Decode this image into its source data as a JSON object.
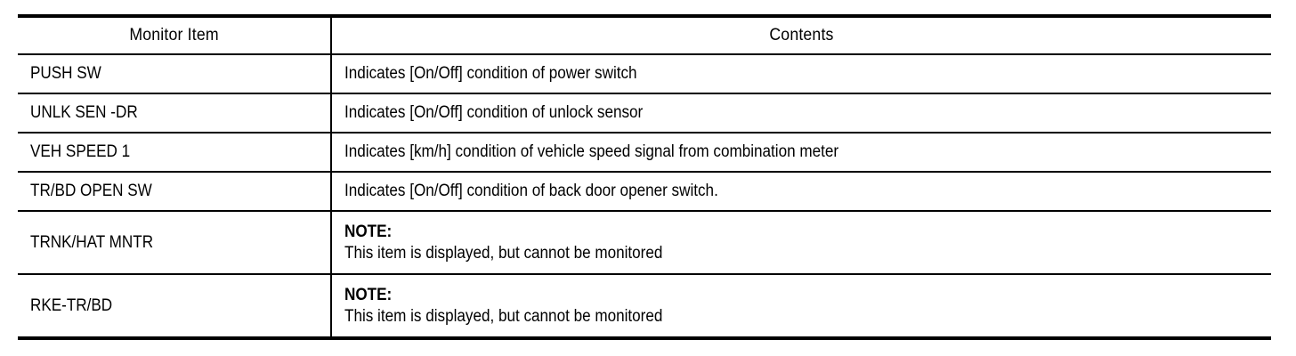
{
  "table": {
    "headers": {
      "monitor_item": "Monitor Item",
      "contents": "Contents"
    },
    "rows": [
      {
        "item": "PUSH SW",
        "type": "plain",
        "contents": "Indicates [On/Off] condition of power switch"
      },
      {
        "item": "UNLK SEN -DR",
        "type": "plain",
        "contents": "Indicates [On/Off] condition of unlock sensor"
      },
      {
        "item": "VEH SPEED 1",
        "type": "plain",
        "contents": "Indicates [km/h] condition of vehicle speed signal from combination meter"
      },
      {
        "item": "TR/BD OPEN SW",
        "type": "plain",
        "contents": "Indicates [On/Off] condition of back door opener switch."
      },
      {
        "item": "TRNK/HAT MNTR",
        "type": "note",
        "note_label": "NOTE:",
        "note_body": "This item is displayed, but cannot be monitored"
      },
      {
        "item": "RKE-TR/BD",
        "type": "note",
        "note_label": "NOTE:",
        "note_body": "This item is displayed, but cannot be monitored"
      }
    ]
  },
  "colors": {
    "rule": "#000000",
    "text": "#000000",
    "background": "#ffffff"
  }
}
